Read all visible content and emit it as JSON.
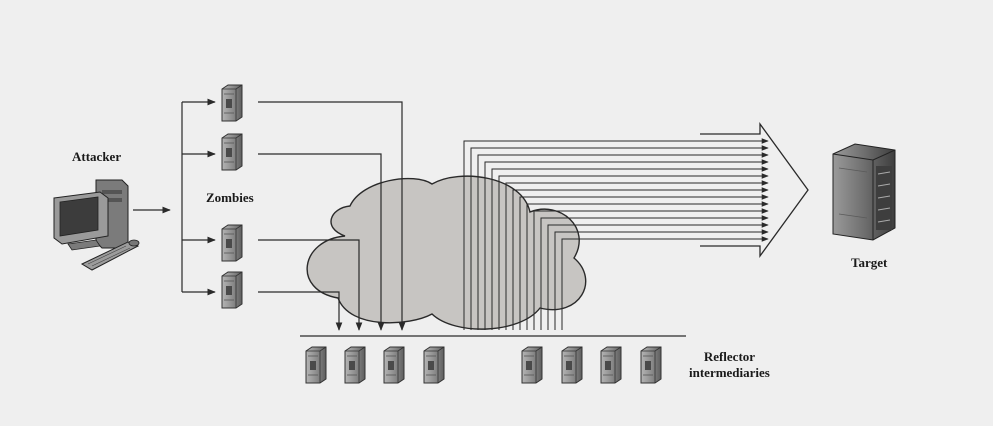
{
  "labels": {
    "attacker": "Attacker",
    "zombies": "Zombies",
    "target": "Target",
    "reflector_line1": "Reflector",
    "reflector_line2": "intermediaries"
  },
  "colors": {
    "background": "#efefef",
    "cloud_fill": "#c7c5c2",
    "line": "#2a2a2a",
    "server_body": "#8e8e8e"
  },
  "icons": {
    "attacker": "computer-icon",
    "zombie": "server-icon",
    "reflector": "server-icon",
    "target": "server-rack-icon"
  }
}
